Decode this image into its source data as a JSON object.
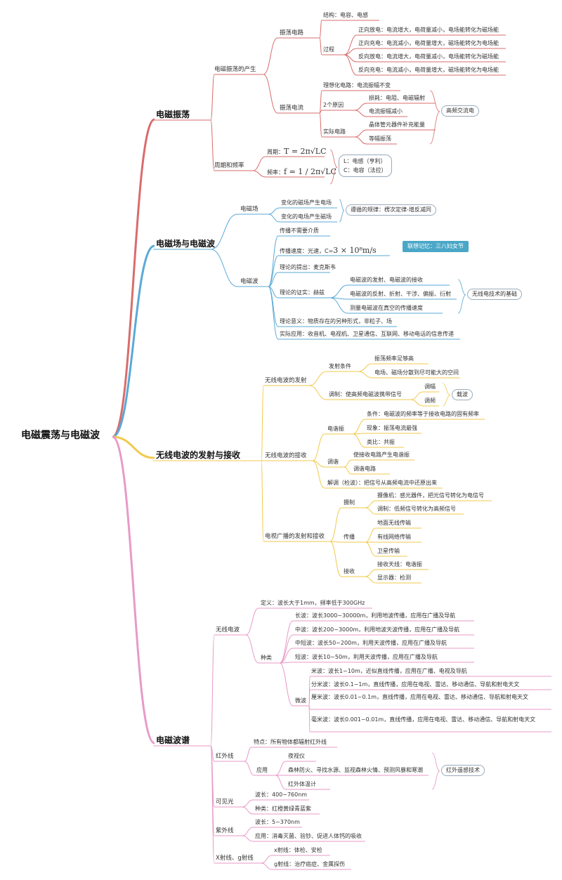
{
  "root": "电磁震荡与电磁波",
  "colors": {
    "oscillation": "#d96c6c",
    "wave": "#5aa9d6",
    "radio": "#f2c94c",
    "spectrum": "#e89ac7"
  },
  "s1": {
    "title": "电磁振荡",
    "produce": "电磁振荡的产生",
    "circuit": "振荡电路",
    "structure": "结构：电容、电感",
    "process": "过程",
    "proc": [
      "正向放电：电流增大，电荷量减小，电场能转化为磁场能",
      "正向充电：电流减小，电荷量增大，磁场能转化为电场能",
      "反向放电：电流增大，电荷量减小，电场能转化为磁场能",
      "反向充电：电流减小，电荷量增大，磁场能转化为电场能"
    ],
    "current": "振荡电流",
    "ideal": "理想化电路：电流振幅不变",
    "cause": "2个原因",
    "cause1": "损耗：电阻、电磁辐射",
    "cause2": "电流振幅减小",
    "real": "实际电路",
    "real1": "晶体管元器件补充能量",
    "real2": "等幅振荡",
    "ac": "高频交流电",
    "period_freq": "周期和频率",
    "period_label": "周期：",
    "period_formula": "T = 2π√LC",
    "freq_label": "频率：",
    "freq_formula": "f = 1 / 2π√LC",
    "lc_note": "L：电感（亨利）\nC：电容（法拉）"
  },
  "s2": {
    "title": "电磁场与电磁波",
    "field": "电磁场",
    "field1": "变化的磁场产生电场",
    "field2": "变化的电场产生磁场",
    "field_note": "遵循的规律：楞次定律-增反减同",
    "wave": "电磁波",
    "w1": "传播不需要介质",
    "w2_label": "传播速度：光速，C=",
    "w2_formula": "3 × 10⁸m/s",
    "w2_tag": "联想记忆：三八妇女节",
    "w3": "理论的提出：麦克斯韦",
    "w4": "理论的证实：赫兹",
    "w4a": "电磁波的发射、电磁波的接收",
    "w4b": "电磁波的反射、折射、干涉、偏振、衍射",
    "w4c": "测量电磁波在真空的传播速度",
    "w4_note": "无线电技术的基础",
    "w5": "理论意义：物质存在的另种形式，非粒子、场",
    "w6": "实际应用：收音机、电视机、卫星通信、互联网、移动电话的信息传递"
  },
  "s3": {
    "title": "无线电波的发射与接收",
    "emit": "无线电波的发射",
    "emit_cond": "发射条件",
    "emit_c1": "振荡频率足够高",
    "emit_c2": "电场、磁场分散到尽可能大的空间",
    "modulation": "调制：使高频电磁波携带信号",
    "am": "调幅",
    "fm": "调频",
    "carrier": "载波",
    "receive": "无线电波的接收",
    "resonance": "电谐振",
    "res1": "条件：电磁波的频率等于接收电路的固有频率",
    "res2": "现象：振荡电流最强",
    "res3": "类比：共振",
    "tune": "调谐",
    "tune1": "使接收电路产生电谐振",
    "tune2": "调谐电路",
    "demod": "解调（检波）：把信号从高频电流中还原出来",
    "tv": "电视广播的发射和接收",
    "shoot": "摄制",
    "shoot1": "摄像机：感光器件，把光信号转化为电信号",
    "shoot2": "调制：低频信号转化为高频信号",
    "spread": "传播",
    "sp1": "地面无线传输",
    "sp2": "有线网络传输",
    "sp3": "卫星传输",
    "recv": "接收",
    "rv1": "接收天线：电谐振",
    "rv2": "显示器：检测"
  },
  "s4": {
    "title": "电磁波谱",
    "radio": "无线电波",
    "def": "定义：波长大于1mm，频率低于300GHz",
    "kind": "种类",
    "k1": "长波：波长3000~30000m，利用地波传播，应用在广播及导航",
    "k2": "中波：波长200~3000m，利用地波天波传播，应用在广播及导航",
    "k3": "中短波：波长50~200m，利用天波传播，应用在广播及导航",
    "k4": "短波：波长10~50m，利用天波传播，应用在广播及导航",
    "micro": "微波",
    "m1": "米波：波长1~10m，近似直线传播，应用在广播、电视及导航",
    "m2": "分米波：波长0.1~1m，直线传播，应用在电视、雷达、移动通信、导航和射电天文",
    "m3": "厘米波：波长0.01~0.1m，直线传播，应用在电视、雷达、移动通信、导航和射电天文",
    "m4": "毫米波：波长0.001~0.01m，直线传播，应用在电视、雷达、移动通信、导航和射电天文",
    "ir": "红外线",
    "ir_feature": "特点：所有物体都辐射红外线",
    "ir_use": "应用",
    "ir1": "夜视仪",
    "ir2": "森林防火、寻找水源、监视森林火情、预测风暴和寒潮",
    "ir3": "红外体温计",
    "ir_note": "红外遥感技术",
    "vis": "可见光",
    "vis1": "波长：400~760nm",
    "vis2": "种类：红橙黄绿青蓝紫",
    "uv": "紫外线",
    "uv1": "波长：5~370nm",
    "uv2": "应用：消毒灭菌、验钞、促进人体钙的吸收",
    "xg": "X射线、g射线",
    "xg1": "x射线：体检、安检",
    "xg2": "g射线：治疗癌症、金属探伤"
  }
}
